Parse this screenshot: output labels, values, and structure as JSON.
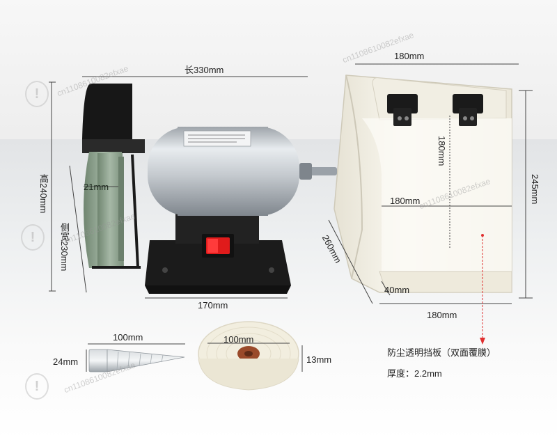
{
  "dimensions": {
    "length": "长330mm",
    "height": "高240mm",
    "side_width": "侧宽230mm",
    "wheel_width": "21mm",
    "base_width": "170mm",
    "shield_top_width": "180mm",
    "shield_height": "180mm",
    "shield_inner_width": "180mm",
    "shield_total_height": "245mm",
    "shield_depth": "260mm",
    "shield_lip": "40mm",
    "shield_bottom_width": "180mm",
    "cone_length": "100mm",
    "cone_diameter": "24mm",
    "buff_diameter": "100mm",
    "buff_thickness": "13mm"
  },
  "caption": {
    "title": "防尘透明挡板（双面覆膜）",
    "thickness": "厚度：2.2mm"
  },
  "watermark": "cn1108610082efxae",
  "colors": {
    "switch_red": "#e01b1b",
    "shield_white": "#f4f1e6",
    "motor_silver": "#c9ced3",
    "base_black": "#1b1b1b",
    "wheel_green": "#8fa590",
    "leader_red": "#e03030"
  },
  "icons": [
    "warning-shield-icon"
  ]
}
